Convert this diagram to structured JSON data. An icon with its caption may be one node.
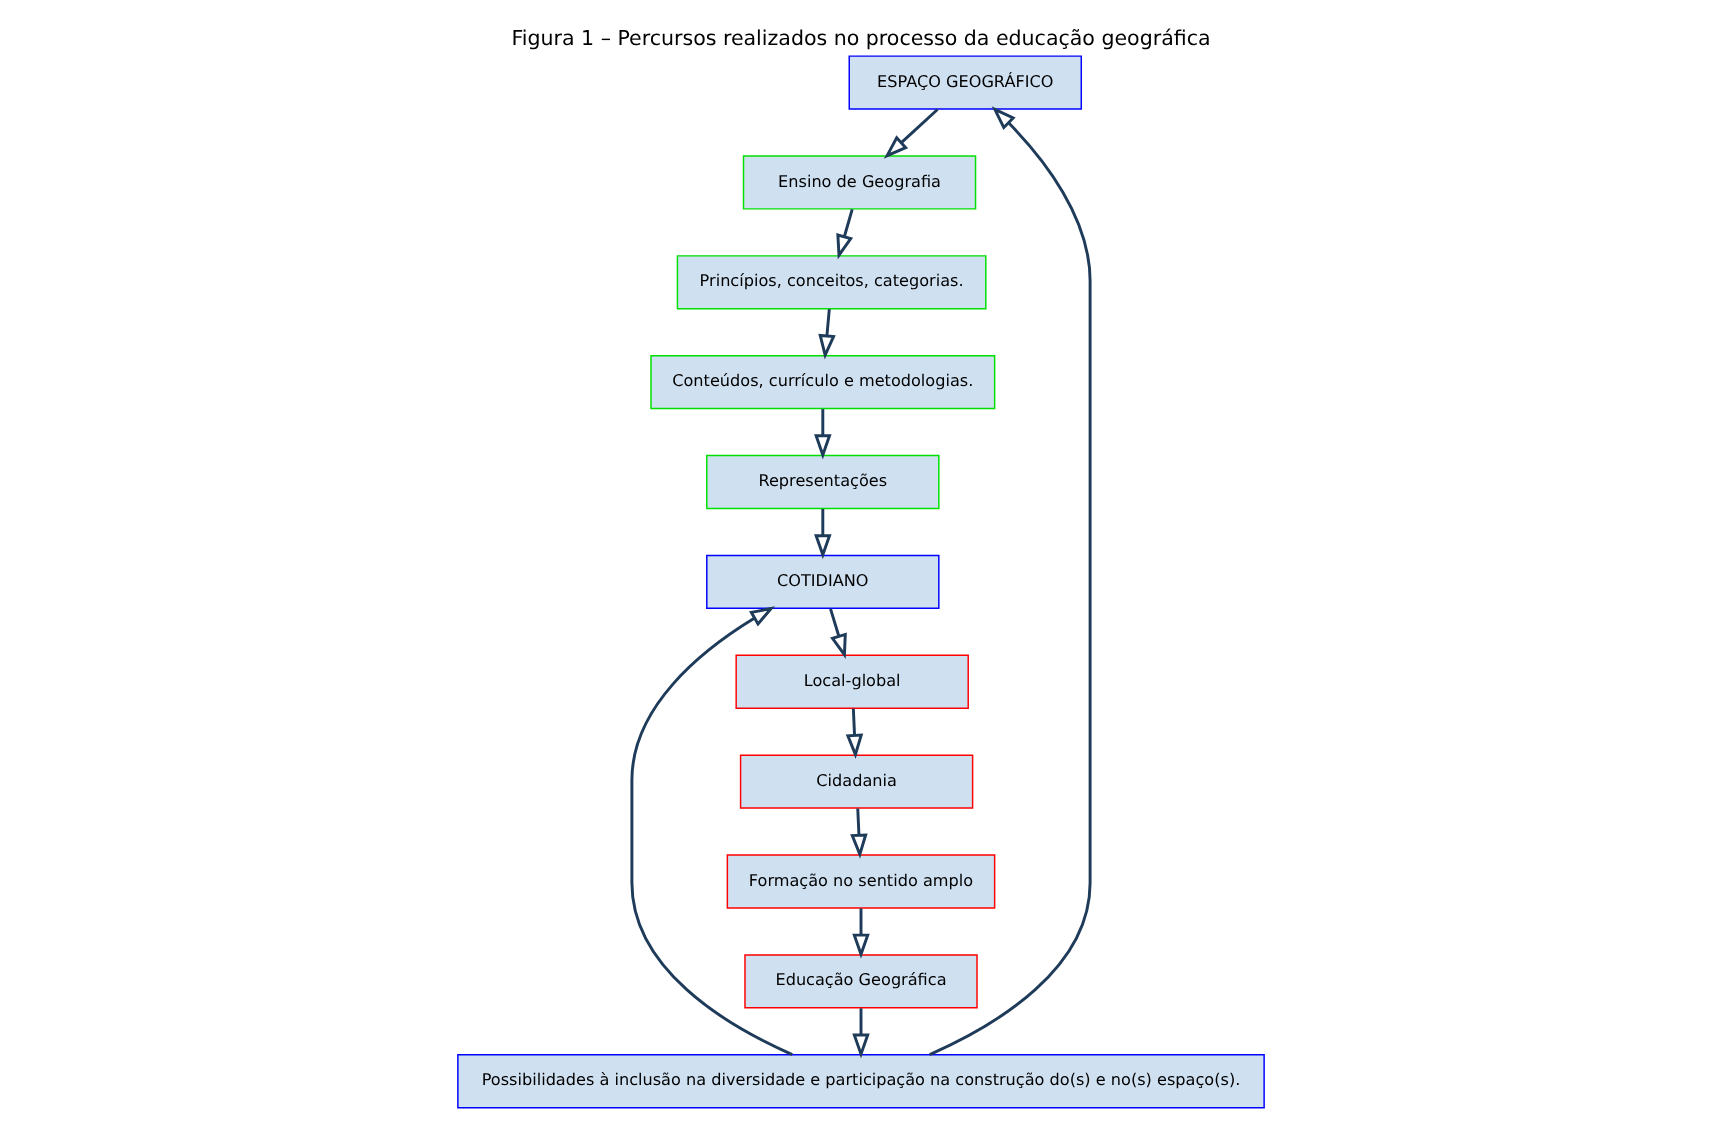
{
  "diagram": {
    "title": "Figura 1 – Percursos realizados no processo da educação geográfica",
    "nodes": [
      {
        "text": [
          "ESPAÇO GEOGRÁFICO"
        ]
      },
      {
        "text": [
          "Ensino de Geografia"
        ]
      },
      {
        "text": [
          "Princípios, conceitos, categorias."
        ]
      },
      {
        "text": [
          "Conteúdos, currículo e metodologias."
        ]
      },
      {
        "text": [
          "Representações"
        ]
      },
      {
        "text": [
          "Possibilidades à inclusão na diversidade e participação na construção do(s) e no(s) espaço(s)."
        ]
      },
      {
        "text": [
          "COTIDIANO"
        ]
      },
      {
        "text": [
          "Educação Geográfica"
        ]
      },
      {
        "text": [
          "Formação no sentido amplo"
        ]
      },
      {
        "text": [
          "Cidadania"
        ]
      },
      {
        "text": [
          "Local-global"
        ]
      }
    ],
    "edges": [
      {
        "from": 0,
        "to": 1,
        "arrow": "to"
      },
      {
        "from": 1,
        "to": 2,
        "arrow": "to"
      },
      {
        "from": 2,
        "to": 3,
        "arrow": "to"
      },
      {
        "from": 3,
        "to": 4,
        "arrow": "to"
      },
      {
        "from": 4,
        "to": 6,
        "arrow": "to"
      },
      {
        "from": 5,
        "to": 0,
        "arrow": "to"
      },
      {
        "from": 7,
        "to": 5,
        "arrow": "to"
      },
      {
        "from": 5,
        "to": 6,
        "arrow": "to"
      },
      {
        "from": 6,
        "to": 10,
        "arrow": "to"
      },
      {
        "from": 10,
        "to": 9,
        "arrow": "to"
      },
      {
        "from": 9,
        "to": 8,
        "arrow": "to"
      },
      {
        "from": 8,
        "to": 7,
        "arrow": "to"
      }
    ]
  }
}
